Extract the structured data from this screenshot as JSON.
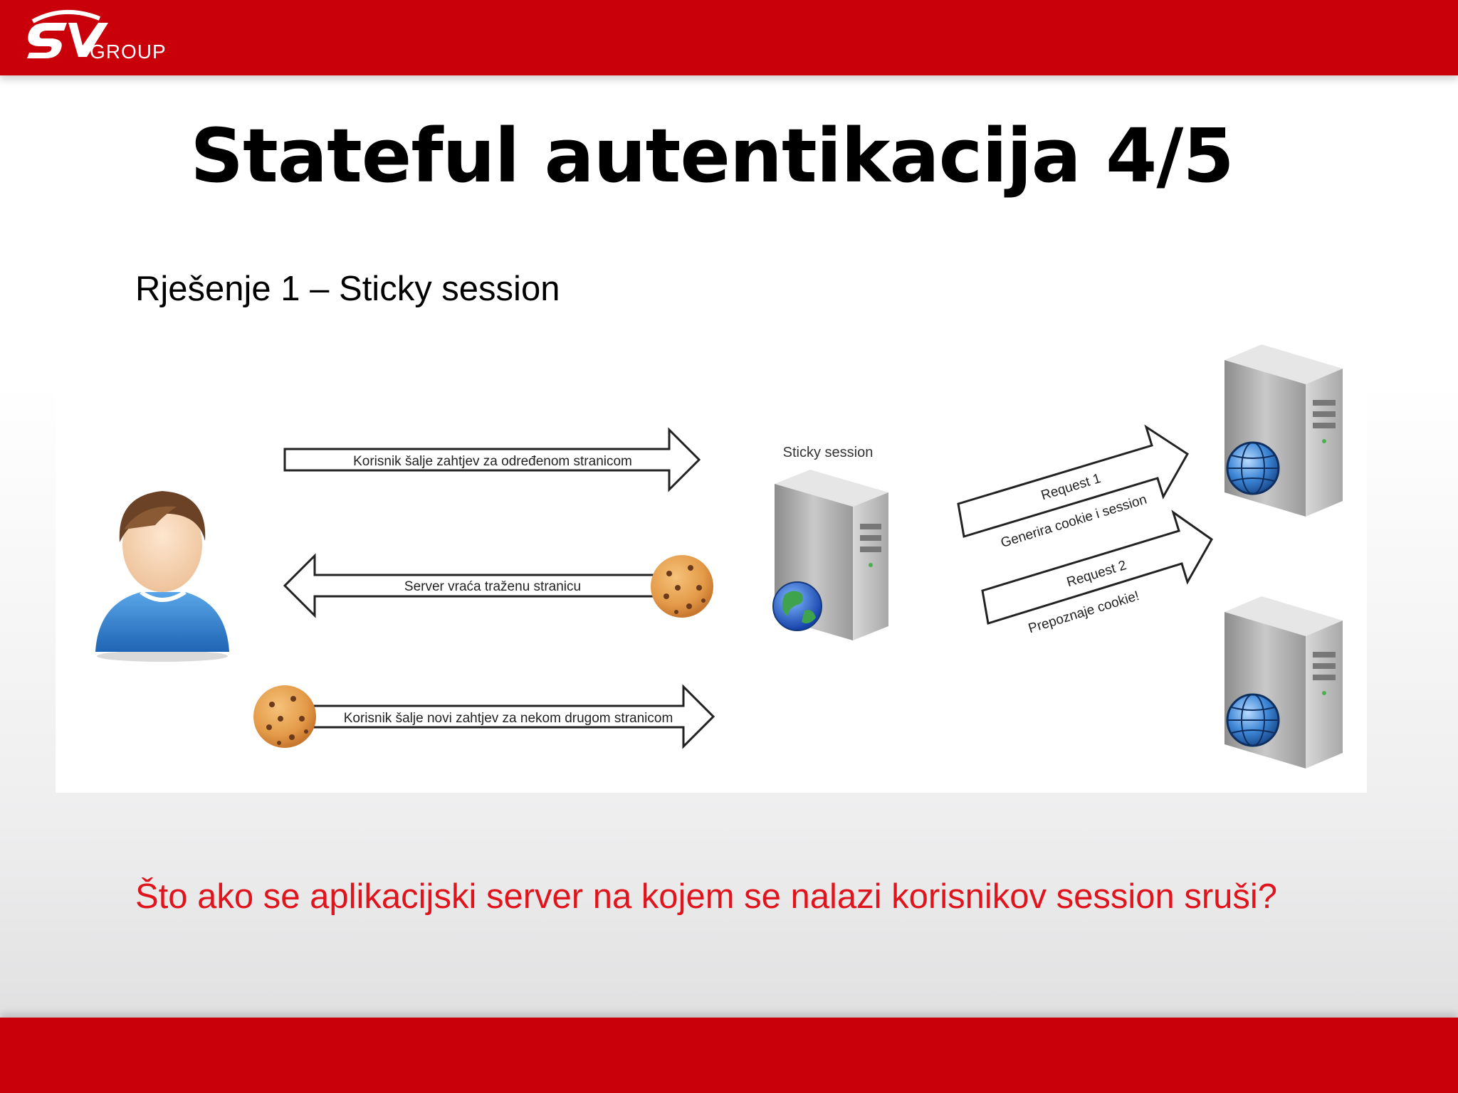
{
  "header": {
    "logo_text": "GROUP"
  },
  "slide": {
    "title": "Stateful autentikacija 4/5",
    "subtitle": "Rješenje 1 – Sticky session",
    "question": "Što ako se aplikacijski server na kojem se nalazi korisnikov session sruši?"
  },
  "diagram": {
    "arrow_request": "Korisnik šalje zahtjev za određenom stranicom",
    "arrow_response": "Server vraća traženu stranicu",
    "arrow_new_request": "Korisnik šalje novi zahtjev za nekom drugom stranicom",
    "sticky_label": "Sticky session",
    "request1": "Request 1",
    "generate": "Generira cookie i session",
    "request2": "Request 2",
    "recognize": "Prepoznaje cookie!"
  },
  "colors": {
    "brand_red": "#c9000a",
    "question_red": "#e0141c"
  }
}
